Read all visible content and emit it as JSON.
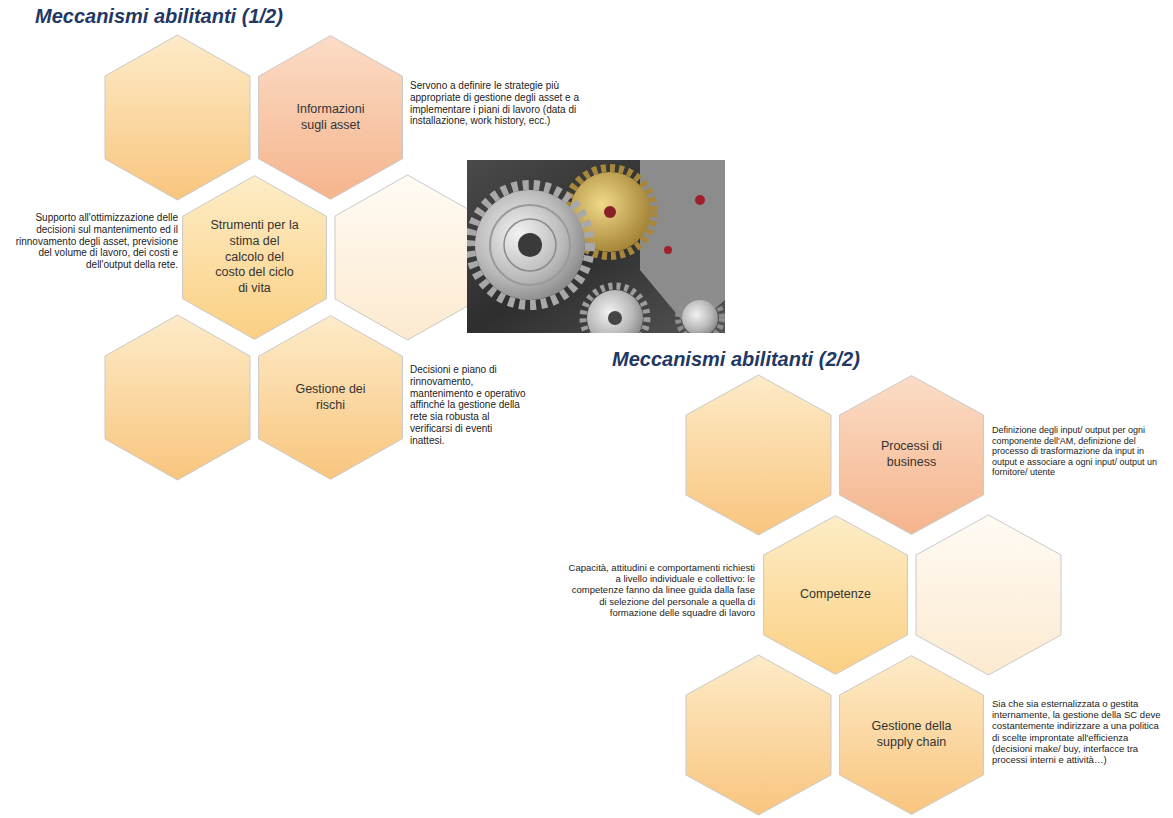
{
  "diagram": {
    "title": "Meccanismi abilitanti (1/2)",
    "nodes": [
      {
        "text": [
          "Informazioni sugli asset"
        ]
      },
      {
        "text": [
          "Strumenti per la stima del calcolo del costo del ciclo di vita"
        ]
      },
      {
        "text": [
          "Gestione dei rischi"
        ]
      },
      {
        "text": [
          "Processi di business"
        ]
      },
      {
        "text": [
          "Competenze"
        ]
      },
      {
        "text": [
          "Gestione della supply chain"
        ]
      }
    ],
    "labels": [
      "Servono a definire le strategie più appropriate di gestione degli asset e a implementare i piani di lavoro (data di installazione, work history, ecc.)",
      "Supporto all'ottimizzazione delle decisioni sul mantenimento ed il rinnovamento degli asset, previsione del volume di lavoro, dei costi e dell'output della rete.",
      "Decisioni e piano di rinnovamento, mantenimento e operativo affinché la gestione della rete sia robusta al verificarsi di eventi inattesi.",
      "Meccanismi abilitanti (2/2)",
      "Definizione degli input/ output per ogni componente dell'AM, definizione del processo di trasformazione da input in output e associare a ogni input/ output un fornitore/ utente",
      "Capacità, attitudini e comportamenti richiesti a livello individuale e collettivo: le competenze fanno da linee guida dalla fase di selezione del personale a quella di formazione delle squadre di lavoro",
      "Sia che sia esternalizzata o gestita internamente, la gestione della SC deve costantemente indirizzare a una politica di scelte improntate all'efficienza (decisioni make/ buy, interfacce tra processi interni e attività…)"
    ]
  }
}
